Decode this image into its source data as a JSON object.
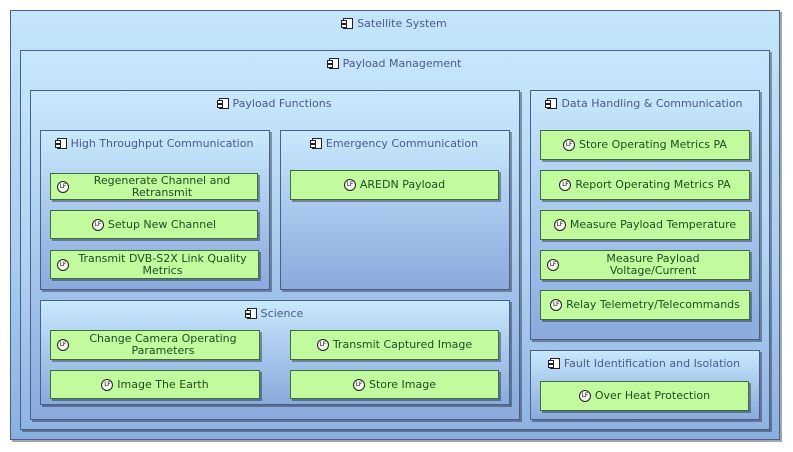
{
  "diagram": {
    "satellite_system": {
      "title": "Satellite System"
    },
    "payload_management": {
      "title": "Payload Management"
    },
    "payload_functions": {
      "title": "Payload Functions",
      "high_throughput": {
        "title": "High Throughput Communication",
        "functions": [
          "Regenerate Channel and Retransmit",
          "Setup New Channel",
          "Transmit DVB-S2X Link Quality Metrics"
        ]
      },
      "emergency": {
        "title": "Emergency Communication",
        "functions": [
          "AREDN Payload"
        ]
      },
      "science": {
        "title": "Science",
        "functions": [
          "Change Camera Operating Parameters",
          "Transmit Captured Image",
          "Image The Earth",
          "Store Image"
        ]
      }
    },
    "data_handling": {
      "title": "Data Handling & Communication",
      "functions": [
        "Store Operating Metrics PA",
        "Report Operating Metrics PA",
        "Measure Payload Temperature",
        "Measure Payload Voltage/Current",
        "Relay Telemetry/Telecommands"
      ]
    },
    "fault_identification": {
      "title": "Fault Identification and Isolation",
      "functions": [
        "Over Heat Protection"
      ]
    },
    "function_icon_text": "LF"
  }
}
